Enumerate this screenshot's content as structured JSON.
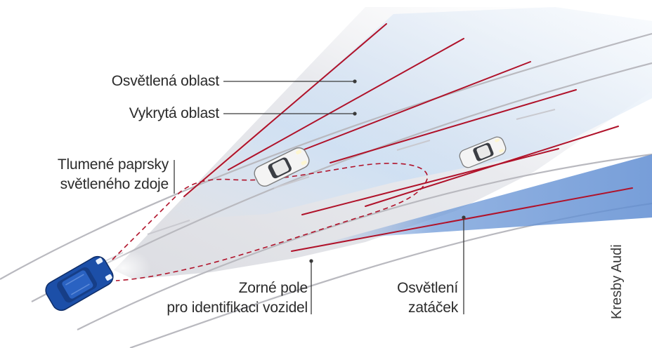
{
  "labels": {
    "illuminated_area": "Osvětlená oblast",
    "masked_area": "Vykrytá oblast",
    "dipped_beam_line1": "Tlumené paprsky",
    "dipped_beam_line2": "světleného zdoje",
    "field_of_view_line1": "Zorné pole",
    "field_of_view_line2": "pro identifikaci vozidel",
    "cornering_line1": "Osvětlení",
    "cornering_line2": "zatáček"
  },
  "credit": "Kresby Audi",
  "colors": {
    "beam_red": "#b0122a",
    "road_line": "#b9b9bf",
    "light_blue": "#cfe0f3",
    "cornering_blue": "#6f9ad8",
    "car_blue": "#1c4fa8",
    "car_white": "#f4f4f4"
  }
}
